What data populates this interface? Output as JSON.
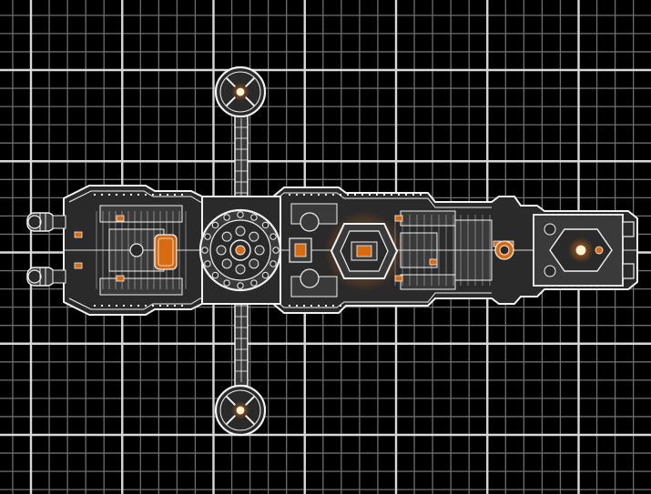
{
  "scene": {
    "background_color": "#000000",
    "grid_minor_color": "#8a8a8a",
    "grid_major_color": "#d8d8d8",
    "hull_color": "#2a2a2a",
    "plate_color": "#3a3a3a",
    "outline_color": "#f2f2f2",
    "accent_color": "#d86a10",
    "glow_color": "#ffd27a"
  },
  "ship": {
    "parts": [
      {
        "name": "ship-hull-icon",
        "kind": "hull"
      },
      {
        "name": "rear-engine-top-icon",
        "kind": "engine"
      },
      {
        "name": "rear-engine-bottom-icon",
        "kind": "engine"
      },
      {
        "name": "rotary-core-icon",
        "kind": "core"
      },
      {
        "name": "top-pod-icon",
        "kind": "pod"
      },
      {
        "name": "bottom-pod-icon",
        "kind": "pod"
      },
      {
        "name": "reactor-chamber-icon",
        "kind": "reactor"
      },
      {
        "name": "bow-turret-icon",
        "kind": "turret"
      }
    ]
  }
}
